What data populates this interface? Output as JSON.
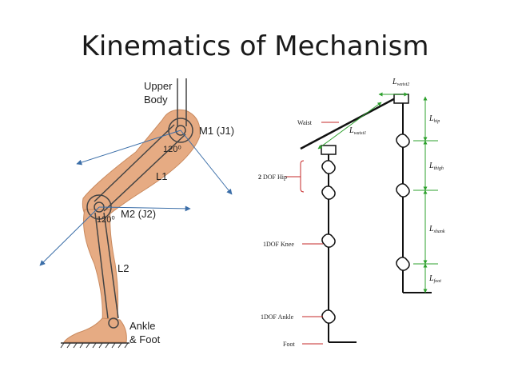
{
  "title": "Kinematics of Mechanism",
  "left_diagram": {
    "upper_body": [
      "Upper",
      "Body"
    ],
    "m1": "M1 (J1)",
    "m2": "M2 (J2)",
    "angle_hip": "120⁰",
    "angle_knee": "120⁰",
    "l1": "L1",
    "l2": "L2",
    "ankle": [
      "Ankle",
      "& Foot"
    ]
  },
  "right_diagram": {
    "waist": "Waist",
    "dof_hip_num": "2",
    "dof_hip": "DOF Hip",
    "dof_knee": "1DOF Knee",
    "dof_ankle": "1DOF Ankle",
    "foot": "Foot",
    "l_waist2": {
      "main": "L",
      "sub": "waist2"
    },
    "l_waist1": {
      "main": "L",
      "sub": "waist1"
    },
    "l_hip": {
      "main": "L",
      "sub": "hip"
    },
    "l_thigh": {
      "main": "L",
      "sub": "thigh"
    },
    "l_shank": {
      "main": "L",
      "sub": "shank"
    },
    "l_foot": {
      "main": "L",
      "sub": "foot"
    }
  },
  "colors": {
    "skin": "#e6ab83",
    "skin_dark": "#c98a5f",
    "arrow_blue": "#3b6ea8",
    "dim_green": "#2ca02c",
    "brace_red": "#c62828"
  }
}
